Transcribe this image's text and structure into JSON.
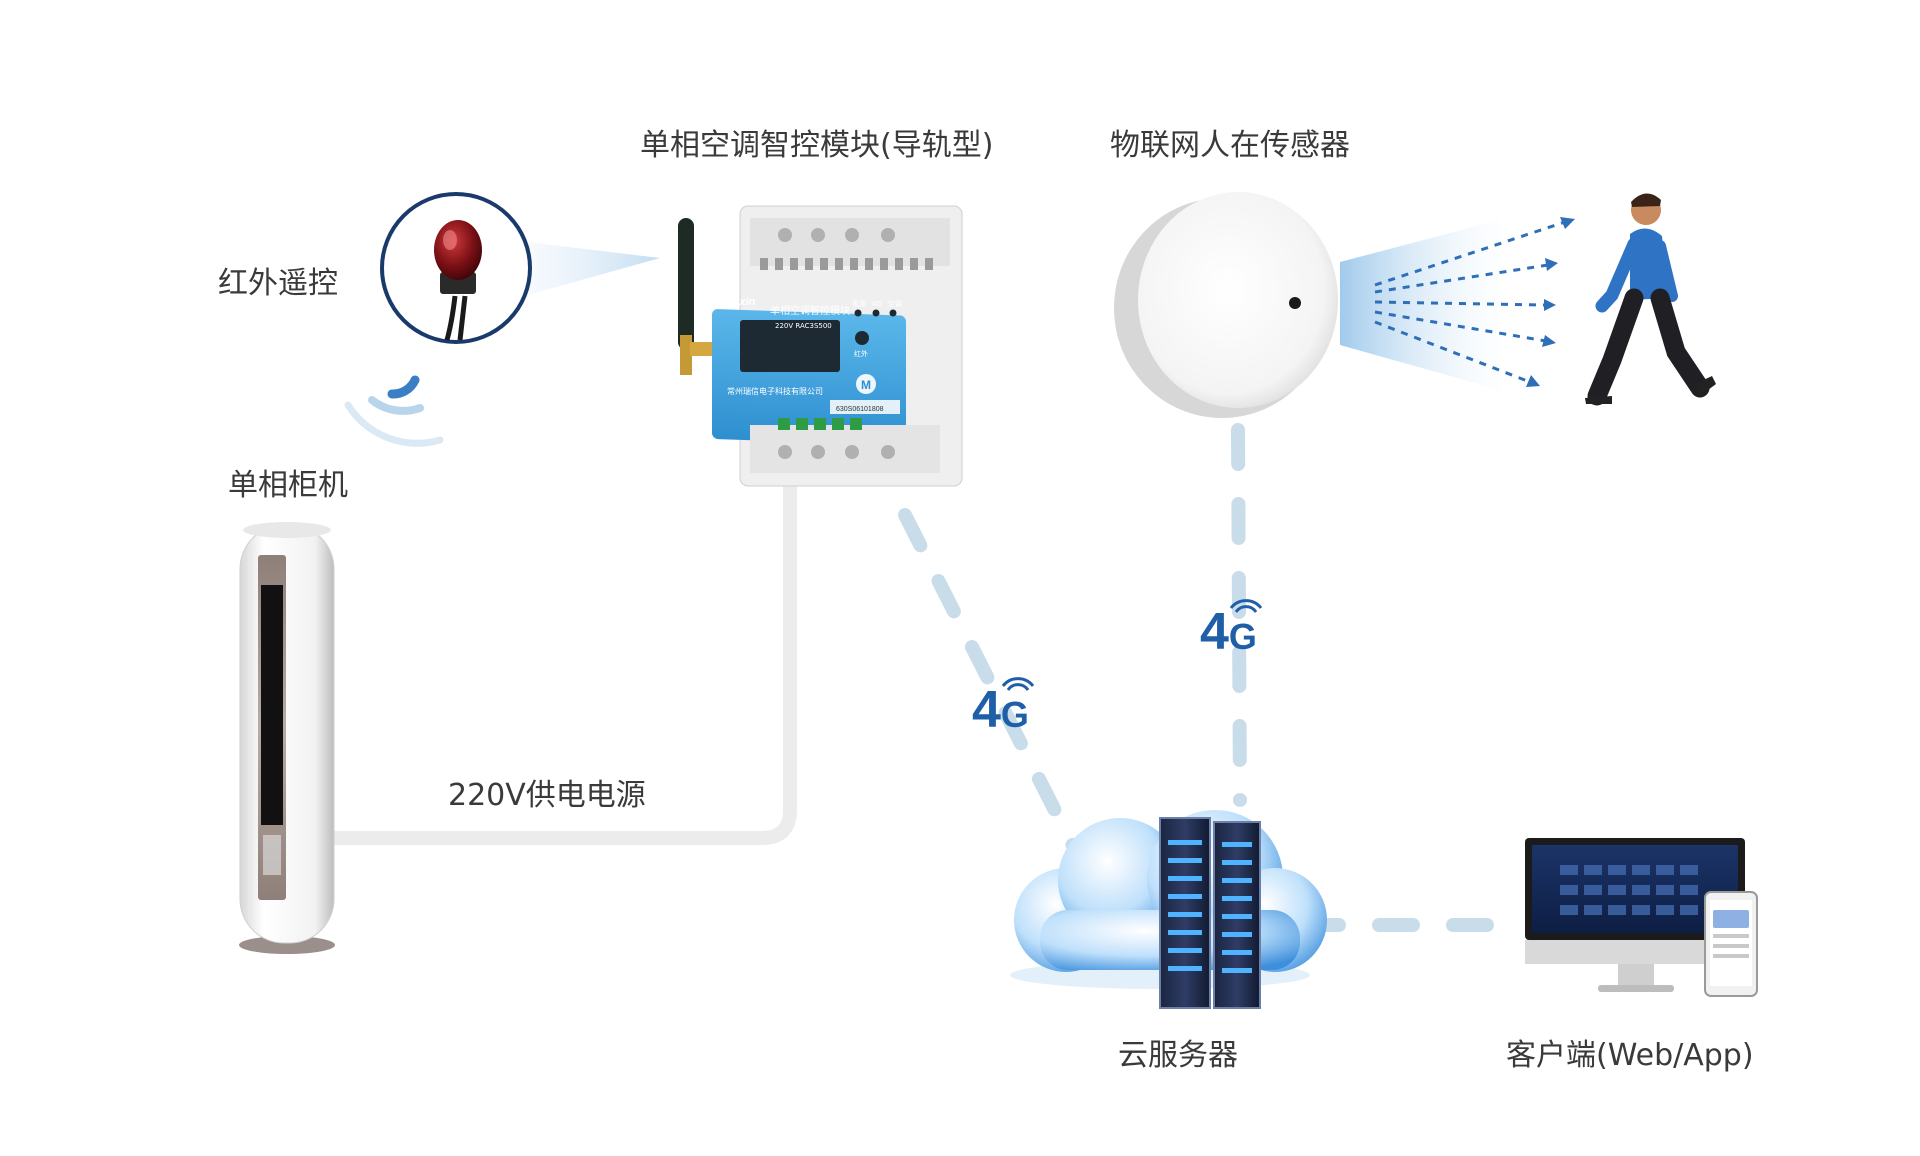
{
  "labels": {
    "module": "单相空调智控模块(导轨型)",
    "sensor": "物联网人在传感器",
    "ir": "红外遥控",
    "ac": "单相柜机",
    "power": "220V供电电源",
    "cloud": "云服务器",
    "client": "客户端(Web/App)"
  },
  "net": {
    "num": "4",
    "g": "G"
  },
  "device": {
    "brand": "Rubxin",
    "title": "单相空调智控模块",
    "model": "220V  RAC3S500",
    "ind_1": "电源",
    "ind_2": "4G",
    "ind_3": "空调",
    "ind_ir": "红外",
    "key": "M",
    "company": "常州瑞信电子科技有限公司",
    "serial": "630S06101808"
  },
  "colors": {
    "link_dashed": "#c9dcea",
    "net_blue": "#1f5fa8",
    "module_blue": "#3aa0de",
    "cable": "#ececec"
  }
}
